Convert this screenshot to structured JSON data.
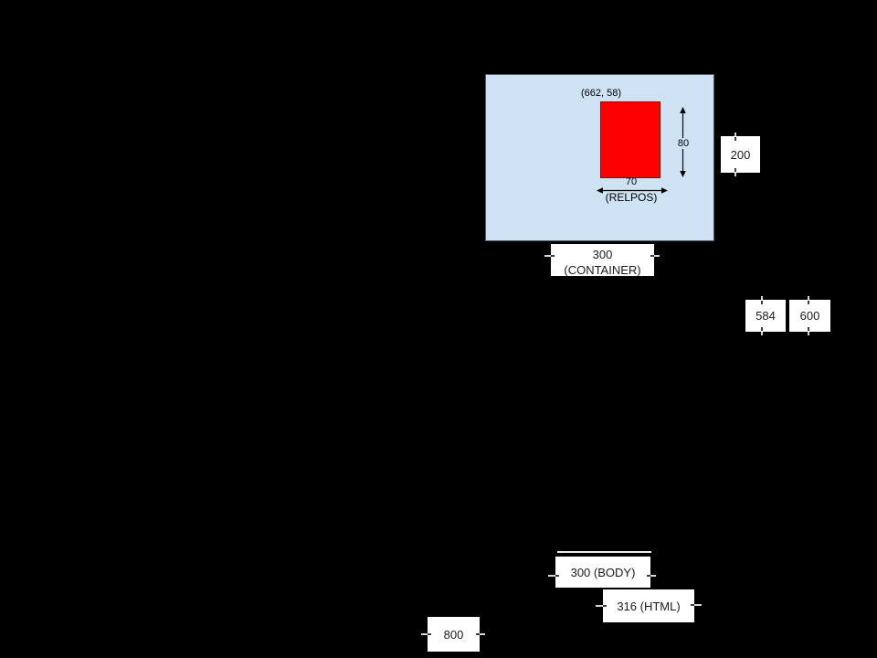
{
  "container": {
    "coord_label": "(662, 58)",
    "height_dim": "80",
    "width_dim": "70",
    "relpos_caption": "(RELPOS)"
  },
  "measurement_boxes": {
    "container_height": "200",
    "container_width_top": "300",
    "container_width_bottom": "(CONTAINER)",
    "inner_width": "584",
    "outer_width": "600",
    "body_width": "300 (BODY)",
    "html_width": "316 (HTML)",
    "page_width": "800"
  },
  "colors": {
    "background": "#000000",
    "container_fill": "#cfe2f3",
    "container_border": "#4b5a68",
    "relpos_fill": "#ff0000",
    "relpos_border": "#7f1107",
    "label_box_fill": "#ffffff",
    "dimension_line": "#000000"
  }
}
